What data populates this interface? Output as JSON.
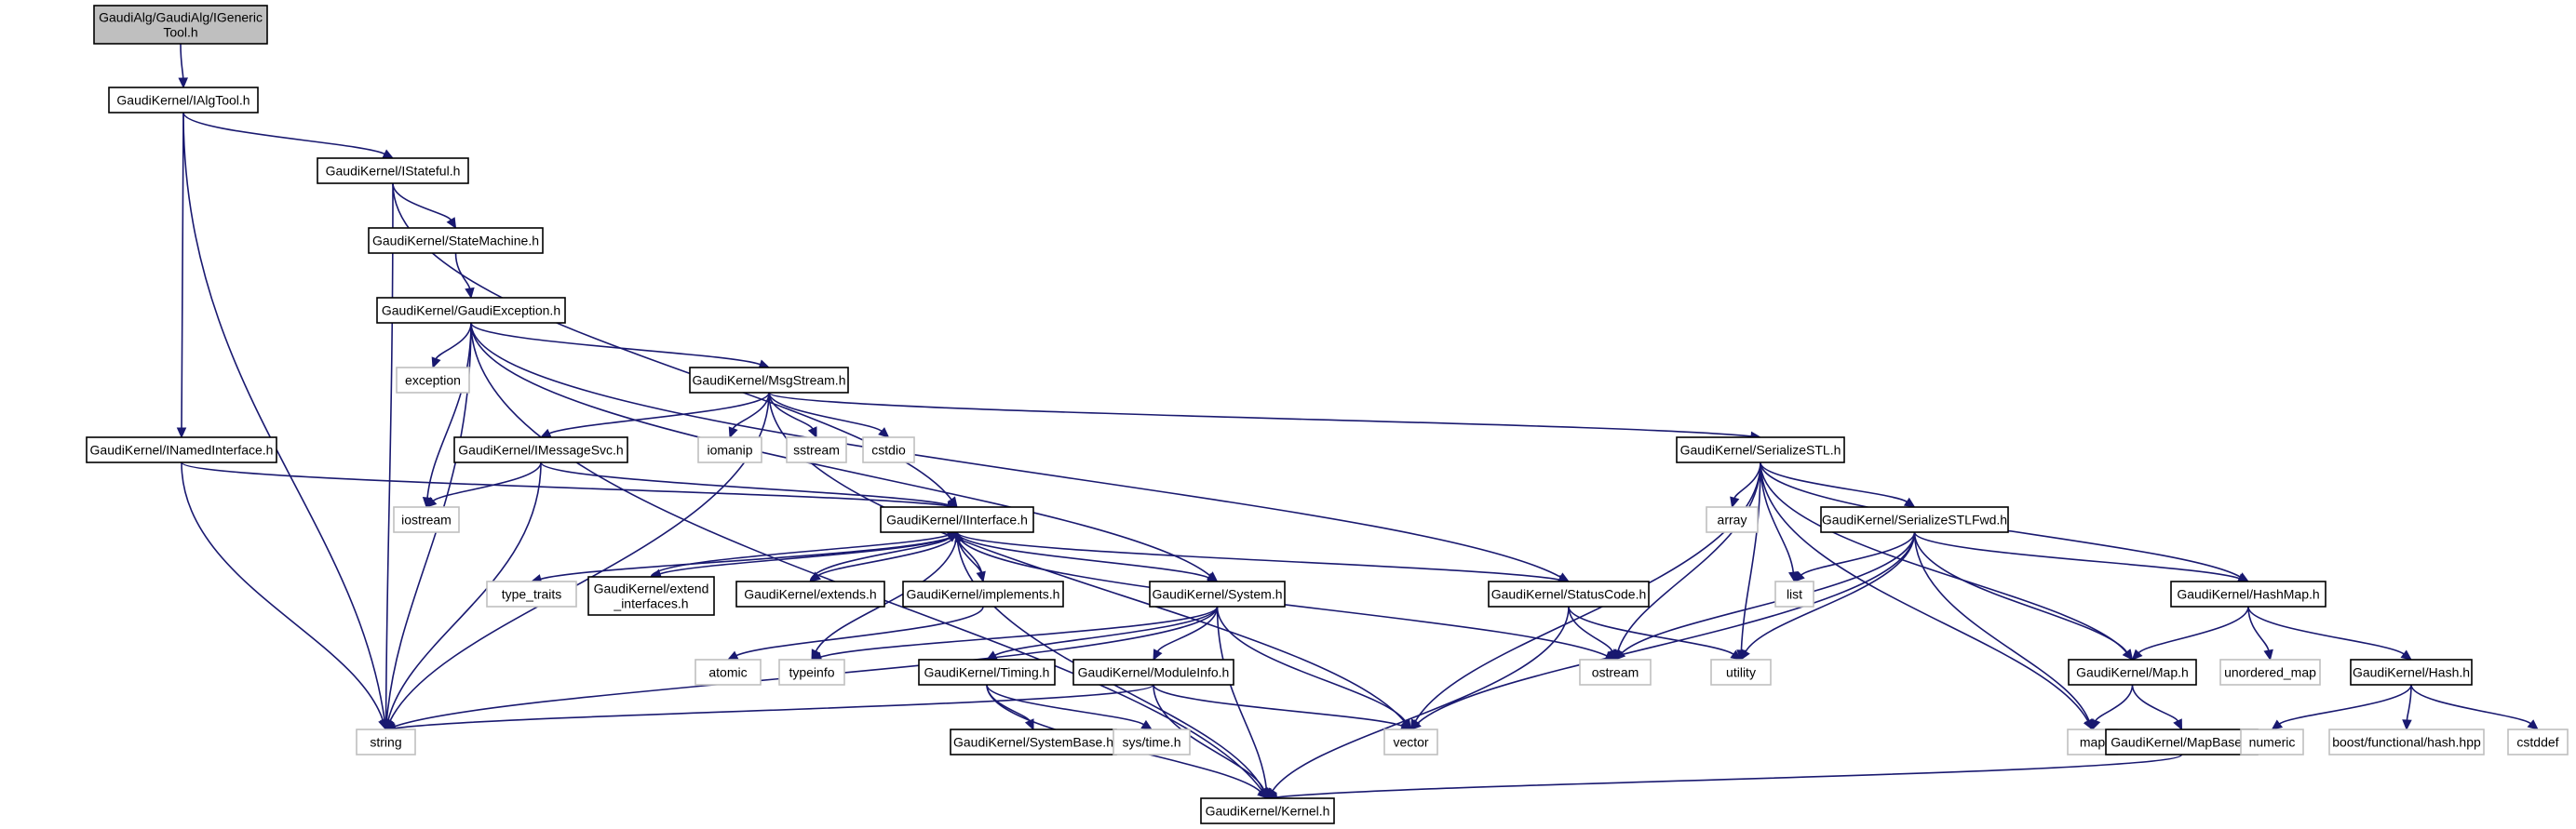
{
  "graph": {
    "colors": {
      "edge": "#191970",
      "main_fill": "#bfbfbf",
      "header_border": "#000000",
      "system_border": "#bfbfbf"
    },
    "nodes": {
      "gat": {
        "lines": [
          "GaudiAlg/GaudiAlg/IGeneric",
          "Tool.h"
        ],
        "kind": "main"
      },
      "ialg": {
        "lines": [
          "GaudiKernel/IAlgTool.h"
        ],
        "kind": "hdr"
      },
      "istate": {
        "lines": [
          "GaudiKernel/IStateful.h"
        ],
        "kind": "hdr"
      },
      "smach": {
        "lines": [
          "GaudiKernel/StateMachine.h"
        ],
        "kind": "hdr"
      },
      "gexc": {
        "lines": [
          "GaudiKernel/GaudiException.h"
        ],
        "kind": "hdr"
      },
      "exception": {
        "lines": [
          "exception"
        ],
        "kind": "sys"
      },
      "msg": {
        "lines": [
          "GaudiKernel/MsgStream.h"
        ],
        "kind": "hdr"
      },
      "inamed": {
        "lines": [
          "GaudiKernel/INamedInterface.h"
        ],
        "kind": "hdr"
      },
      "imsgsvc": {
        "lines": [
          "GaudiKernel/IMessageSvc.h"
        ],
        "kind": "hdr"
      },
      "iomanip": {
        "lines": [
          "iomanip"
        ],
        "kind": "sys"
      },
      "sstream": {
        "lines": [
          "sstream"
        ],
        "kind": "sys"
      },
      "cstdio": {
        "lines": [
          "cstdio"
        ],
        "kind": "sys"
      },
      "serstl": {
        "lines": [
          "GaudiKernel/SerializeSTL.h"
        ],
        "kind": "hdr"
      },
      "iostream": {
        "lines": [
          "iostream"
        ],
        "kind": "sys"
      },
      "iiface": {
        "lines": [
          "GaudiKernel/IInterface.h"
        ],
        "kind": "hdr"
      },
      "array": {
        "lines": [
          "array"
        ],
        "kind": "sys"
      },
      "serfwd": {
        "lines": [
          "GaudiKernel/SerializeSTLFwd.h"
        ],
        "kind": "hdr"
      },
      "list": {
        "lines": [
          "list"
        ],
        "kind": "sys"
      },
      "typetraits": {
        "lines": [
          "type_traits"
        ],
        "kind": "sys"
      },
      "extif": {
        "lines": [
          "GaudiKernel/extend",
          "_interfaces.h"
        ],
        "kind": "hdr"
      },
      "extends": {
        "lines": [
          "GaudiKernel/extends.h"
        ],
        "kind": "hdr"
      },
      "impl": {
        "lines": [
          "GaudiKernel/implements.h"
        ],
        "kind": "hdr"
      },
      "system": {
        "lines": [
          "GaudiKernel/System.h"
        ],
        "kind": "hdr"
      },
      "status": {
        "lines": [
          "GaudiKernel/StatusCode.h"
        ],
        "kind": "hdr"
      },
      "hashmap": {
        "lines": [
          "GaudiKernel/HashMap.h"
        ],
        "kind": "hdr"
      },
      "atomic": {
        "lines": [
          "atomic"
        ],
        "kind": "sys"
      },
      "typeinfo": {
        "lines": [
          "typeinfo"
        ],
        "kind": "sys"
      },
      "timing": {
        "lines": [
          "GaudiKernel/Timing.h"
        ],
        "kind": "hdr"
      },
      "modinfo": {
        "lines": [
          "GaudiKernel/ModuleInfo.h"
        ],
        "kind": "hdr"
      },
      "ostream": {
        "lines": [
          "ostream"
        ],
        "kind": "sys"
      },
      "utility": {
        "lines": [
          "utility"
        ],
        "kind": "sys"
      },
      "map_h": {
        "lines": [
          "GaudiKernel/Map.h"
        ],
        "kind": "hdr"
      },
      "umap": {
        "lines": [
          "unordered_map"
        ],
        "kind": "sys"
      },
      "hash": {
        "lines": [
          "GaudiKernel/Hash.h"
        ],
        "kind": "hdr"
      },
      "string": {
        "lines": [
          "string"
        ],
        "kind": "sys"
      },
      "sysbase": {
        "lines": [
          "GaudiKernel/SystemBase.h"
        ],
        "kind": "hdr"
      },
      "systime": {
        "lines": [
          "sys/time.h"
        ],
        "kind": "sys"
      },
      "vector": {
        "lines": [
          "vector"
        ],
        "kind": "sys"
      },
      "map": {
        "lines": [
          "map"
        ],
        "kind": "sys"
      },
      "mapbase": {
        "lines": [
          "GaudiKernel/MapBase.h"
        ],
        "kind": "hdr"
      },
      "numeric": {
        "lines": [
          "numeric"
        ],
        "kind": "sys"
      },
      "boosthash": {
        "lines": [
          "boost/functional/hash.hpp"
        ],
        "kind": "sys"
      },
      "cstddef": {
        "lines": [
          "cstddef"
        ],
        "kind": "sys"
      },
      "kernel": {
        "lines": [
          "GaudiKernel/Kernel.h"
        ],
        "kind": "hdr"
      }
    },
    "edges": [
      [
        "gat",
        "ialg"
      ],
      [
        "ialg",
        "istate"
      ],
      [
        "ialg",
        "inamed"
      ],
      [
        "ialg",
        "string"
      ],
      [
        "istate",
        "smach"
      ],
      [
        "istate",
        "iiface"
      ],
      [
        "istate",
        "string"
      ],
      [
        "smach",
        "gexc"
      ],
      [
        "gexc",
        "exception"
      ],
      [
        "gexc",
        "msg"
      ],
      [
        "gexc",
        "iostream"
      ],
      [
        "gexc",
        "string"
      ],
      [
        "gexc",
        "system"
      ],
      [
        "gexc",
        "status"
      ],
      [
        "gexc",
        "kernel"
      ],
      [
        "msg",
        "imsgsvc"
      ],
      [
        "msg",
        "iomanip"
      ],
      [
        "msg",
        "sstream"
      ],
      [
        "msg",
        "cstdio"
      ],
      [
        "msg",
        "serstl"
      ],
      [
        "msg",
        "string"
      ],
      [
        "msg",
        "vector"
      ],
      [
        "inamed",
        "iiface"
      ],
      [
        "inamed",
        "string"
      ],
      [
        "imsgsvc",
        "iiface"
      ],
      [
        "imsgsvc",
        "iostream"
      ],
      [
        "imsgsvc",
        "string"
      ],
      [
        "serstl",
        "array"
      ],
      [
        "serstl",
        "list"
      ],
      [
        "serstl",
        "serfwd"
      ],
      [
        "serstl",
        "hashmap"
      ],
      [
        "serstl",
        "map_h"
      ],
      [
        "serstl",
        "map"
      ],
      [
        "serstl",
        "utility"
      ],
      [
        "serstl",
        "ostream"
      ],
      [
        "serstl",
        "vector"
      ],
      [
        "serfwd",
        "list"
      ],
      [
        "serfwd",
        "hashmap"
      ],
      [
        "serfwd",
        "map_h"
      ],
      [
        "serfwd",
        "map"
      ],
      [
        "serfwd",
        "utility"
      ],
      [
        "serfwd",
        "ostream"
      ],
      [
        "serfwd",
        "vector"
      ],
      [
        "iiface",
        "typetraits"
      ],
      [
        "iiface",
        "extif"
      ],
      [
        "iiface",
        "extends"
      ],
      [
        "iiface",
        "impl"
      ],
      [
        "iiface",
        "system"
      ],
      [
        "iiface",
        "status"
      ],
      [
        "iiface",
        "ostream"
      ],
      [
        "iiface",
        "typeinfo"
      ],
      [
        "iiface",
        "kernel"
      ],
      [
        "extif",
        "iiface"
      ],
      [
        "extends",
        "iiface"
      ],
      [
        "impl",
        "iiface"
      ],
      [
        "impl",
        "atomic"
      ],
      [
        "system",
        "typeinfo"
      ],
      [
        "system",
        "timing"
      ],
      [
        "system",
        "modinfo"
      ],
      [
        "system",
        "string"
      ],
      [
        "system",
        "vector"
      ],
      [
        "system",
        "kernel"
      ],
      [
        "status",
        "ostream"
      ],
      [
        "status",
        "utility"
      ],
      [
        "status",
        "kernel"
      ],
      [
        "hashmap",
        "map_h"
      ],
      [
        "hashmap",
        "umap"
      ],
      [
        "hashmap",
        "hash"
      ],
      [
        "timing",
        "sysbase"
      ],
      [
        "timing",
        "systime"
      ],
      [
        "timing",
        "kernel"
      ],
      [
        "modinfo",
        "string"
      ],
      [
        "modinfo",
        "vector"
      ],
      [
        "modinfo",
        "kernel"
      ],
      [
        "map_h",
        "map"
      ],
      [
        "map_h",
        "mapbase"
      ],
      [
        "mapbase",
        "kernel"
      ],
      [
        "hash",
        "numeric"
      ],
      [
        "hash",
        "boosthash"
      ],
      [
        "hash",
        "cstddef"
      ]
    ]
  }
}
